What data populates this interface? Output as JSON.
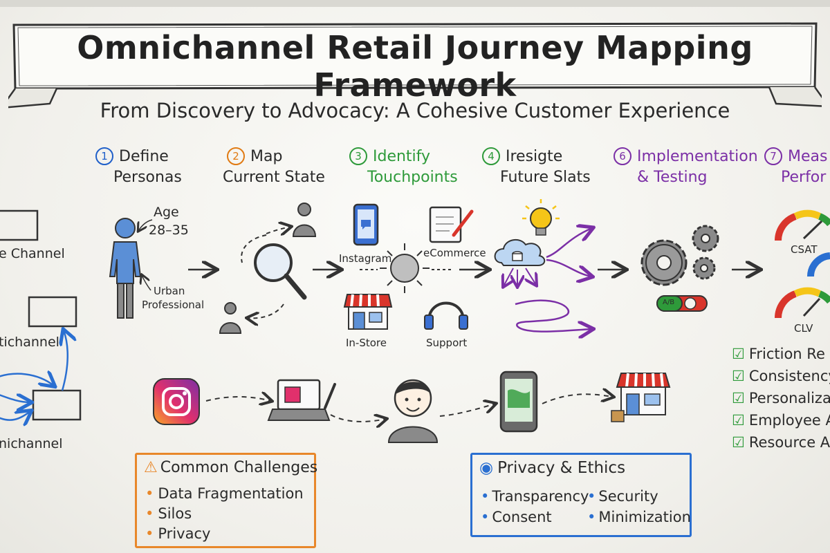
{
  "header": {
    "title": "Omnichannel Retail Journey Mapping Framework",
    "subtitle": "From Discovery to Advocacy: A Cohesive Customer Experience"
  },
  "steps": [
    {
      "num": "1",
      "line1": "Define",
      "line2": "Personas",
      "color": "#1f5fc9"
    },
    {
      "num": "2",
      "line1": "Map",
      "line2": "Current State",
      "color": "#e07a12"
    },
    {
      "num": "3",
      "line1": "Identify",
      "line2": "Touchpoints",
      "color": "#2e9a3a"
    },
    {
      "num": "4",
      "line1": "Iresigte",
      "line2": "Future Slats",
      "color": "#2e9a3a"
    },
    {
      "num": "6",
      "line1": "Implementation",
      "line2": "& Testing",
      "color": "#7b2fa6"
    },
    {
      "num": "7",
      "line1": "Meas",
      "line2": "Perfor",
      "color": "#7b2fa6"
    }
  ],
  "persona": {
    "age_label": "Age",
    "age_range": "28–35",
    "role_line1": "Urban",
    "role_line2": "Professional"
  },
  "touchpoints": {
    "instagram": "Instagram",
    "ecommerce": "eCommerce",
    "instore": "In-Store",
    "support": "Support"
  },
  "left_channels": [
    "e Channel",
    "tichannel",
    "nichannel"
  ],
  "gauges": [
    "CSAT",
    "CLV"
  ],
  "ab_label": "A/B",
  "outcomes": [
    "Friction Re",
    "Consistency",
    "Personaliza",
    "Employee A",
    "Resource A"
  ],
  "challenges": {
    "title": "Common Challenges",
    "items": [
      "Data Fragmentation",
      "Silos",
      "Privacy"
    ]
  },
  "privacy": {
    "title": "Privacy & Ethics",
    "items": [
      "Transparency",
      "Security",
      "Consent",
      "Minimization"
    ]
  },
  "colors": {
    "blue": "#2a6fd1",
    "orange": "#e8872a",
    "green": "#2e9a3a",
    "purple": "#7b2fa6",
    "red": "#d9352b",
    "yellow": "#f5c518"
  }
}
